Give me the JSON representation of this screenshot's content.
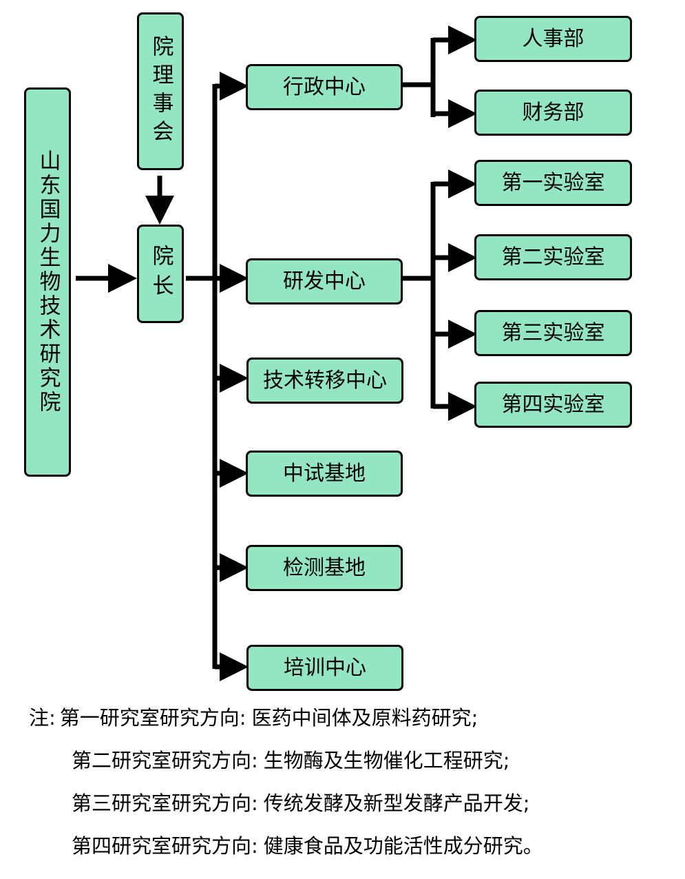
{
  "institute": "山东国力生物技术研究院",
  "board": "院理事会",
  "president": "院长",
  "centers": {
    "admin": "行政中心",
    "rnd": "研发中心",
    "tech_transfer": "技术转移中心",
    "pilot": "中试基地",
    "testing": "检测基地",
    "training": "培训中心"
  },
  "departments": {
    "hr": "人事部",
    "finance": "财务部",
    "lab1": "第一实验室",
    "lab2": "第二实验室",
    "lab3": "第三实验室",
    "lab4": "第四实验室"
  },
  "notes": {
    "label": "注:",
    "line1_head": "第一研究室研究方向:",
    "line1_body": "医药中间体及原料药研究;",
    "line2_head": "第二研究室研究方向:",
    "line2_body": "生物酶及生物催化工程研究;",
    "line3_head": "第三研究室研究方向:",
    "line3_body": "传统发酵及新型发酵产品开发;",
    "line4_head": "第四研究室研究方向:",
    "line4_body": "健康食品及功能活性成分研究。"
  },
  "colors": {
    "box_fill": "#93e6c2",
    "line": "#000000"
  }
}
